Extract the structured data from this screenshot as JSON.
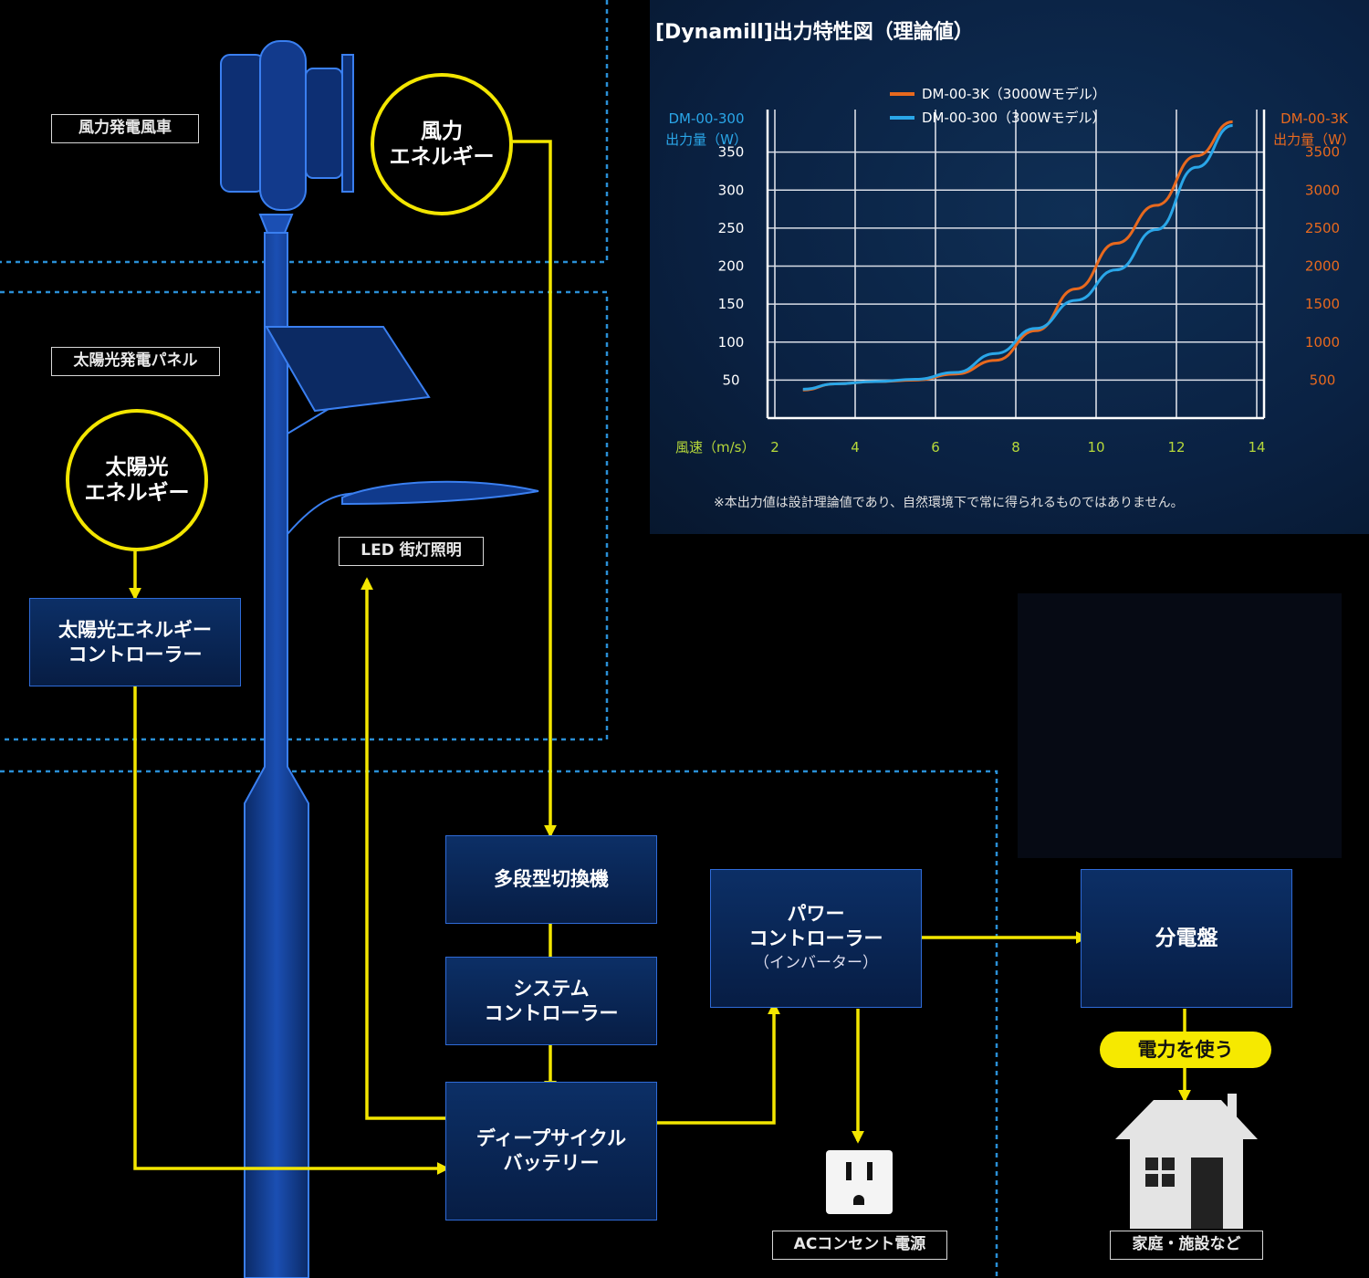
{
  "labels": {
    "wind_turbine": "風力発電風車",
    "solar_panel": "太陽光発電パネル",
    "led_light": "LED 街灯照明",
    "ac_outlet": "ACコンセント電源",
    "home": "家庭・施設など"
  },
  "circles": {
    "wind": [
      "風力",
      "エネルギー"
    ],
    "solar": [
      "太陽光",
      "エネルギー"
    ]
  },
  "boxes": {
    "solar_controller": [
      "太陽光エネルギー",
      "コントローラー"
    ],
    "switcher": "多段型切換機",
    "system_controller": [
      "システム",
      "コントローラー"
    ],
    "battery": [
      "ディープサイクル",
      "バッテリー"
    ],
    "power_controller": [
      "パワー",
      "コントローラー"
    ],
    "power_controller_sub": "（インバーター）",
    "distribution_board": "分電盤"
  },
  "use_power": "電力を使う",
  "colors": {
    "flow_line": "#f3e600",
    "box_border": "#2f6bd8",
    "dashed_border": "#2a8fd6",
    "series_3k": "#e8691e",
    "series_300": "#2aa6e8"
  },
  "chart_data": {
    "type": "line",
    "title": "[Dynamill]出力特性図（理論値）",
    "xlabel": "風速（m/s）",
    "y_left_label": [
      "DM-00-300",
      "出力量（W）"
    ],
    "y_right_label": [
      "DM-00-3K",
      "出力量（W）"
    ],
    "x_ticks": [
      2,
      4,
      6,
      8,
      10,
      12,
      14
    ],
    "y_left_ticks": [
      50,
      100,
      150,
      200,
      250,
      300,
      350
    ],
    "y_right_ticks": [
      500,
      1000,
      1500,
      2000,
      2500,
      3000,
      3500
    ],
    "xlim": [
      2,
      14
    ],
    "ylim_left": [
      0,
      400
    ],
    "ylim_right": [
      0,
      4000
    ],
    "grid": true,
    "legend_position": "top-center",
    "series": [
      {
        "name": "DM-00-3K（3000Wモデル）",
        "axis": "right",
        "x": [
          2.7,
          3.5,
          4.5,
          5.5,
          6.5,
          7.5,
          8.5,
          9.5,
          10.5,
          11.5,
          12.5,
          13.4
        ],
        "values": [
          370,
          450,
          480,
          500,
          580,
          760,
          1150,
          1700,
          2300,
          2800,
          3450,
          3900
        ]
      },
      {
        "name": "DM-00-300（300Wモデル）",
        "axis": "left",
        "x": [
          2.7,
          3.5,
          4.5,
          5.5,
          6.5,
          7.5,
          8.5,
          9.5,
          10.5,
          11.5,
          12.5,
          13.4
        ],
        "values": [
          38,
          45,
          48,
          51,
          60,
          85,
          118,
          155,
          195,
          248,
          330,
          385
        ]
      }
    ],
    "footnote": "※本出力値は設計理論値であり、自然環境下で常に得られるものではありません。"
  }
}
